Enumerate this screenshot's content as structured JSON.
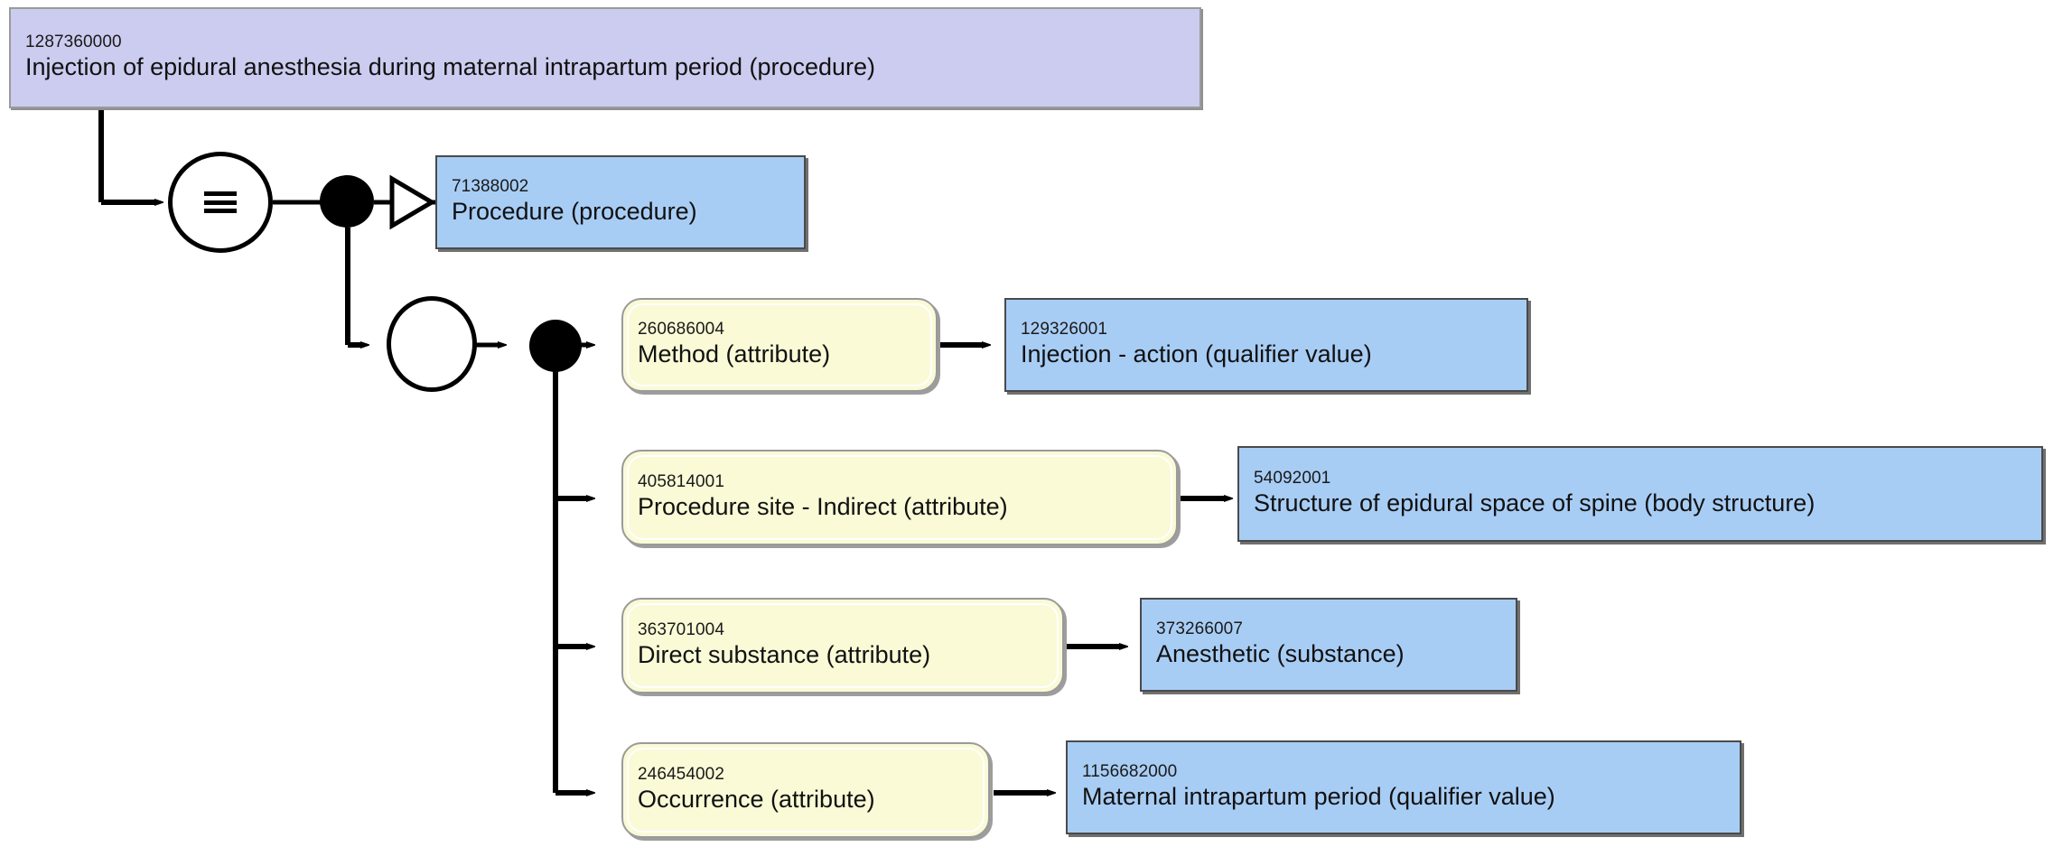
{
  "diagram": {
    "title": "SNOMED CT concept definition diagram",
    "notation": "stated-view",
    "colors": {
      "focus_concept_fill": "#ccccf0",
      "concept_fill": "#a8cdf5",
      "attribute_fill": "#fafad7",
      "border_dark": "#4a4a4a",
      "border_gray": "#9a9a9a",
      "line": "#000000",
      "background": "#ffffff"
    }
  },
  "focus_concept": {
    "sctid": "1287360000",
    "term": "Injection of epidural anesthesia during maternal intrapartum period (procedure)",
    "definition_status": "defined",
    "definition_status_symbol": "equivalent-to-triple-bar"
  },
  "parents": [
    {
      "relationship": "Is a",
      "arrow": "hollow-triangle",
      "sctid": "71388002",
      "term": "Procedure (procedure)"
    }
  ],
  "role_group": {
    "label": "role-group",
    "symbol": "hollow-circle",
    "attributes": [
      {
        "attribute": {
          "sctid": "260686004",
          "term": "Method (attribute)"
        },
        "value": {
          "sctid": "129326001",
          "term": "Injection - action (qualifier value)"
        }
      },
      {
        "attribute": {
          "sctid": "405814001",
          "term": "Procedure site - Indirect (attribute)"
        },
        "value": {
          "sctid": "54092001",
          "term": "Structure of epidural space of spine (body structure)"
        }
      },
      {
        "attribute": {
          "sctid": "363701004",
          "term": "Direct substance (attribute)"
        },
        "value": {
          "sctid": "373266007",
          "term": "Anesthetic (substance)"
        }
      },
      {
        "attribute": {
          "sctid": "246454002",
          "term": "Occurrence (attribute)"
        },
        "value": {
          "sctid": "1156682000",
          "term": "Maternal intrapartum period (qualifier value)"
        }
      }
    ]
  }
}
